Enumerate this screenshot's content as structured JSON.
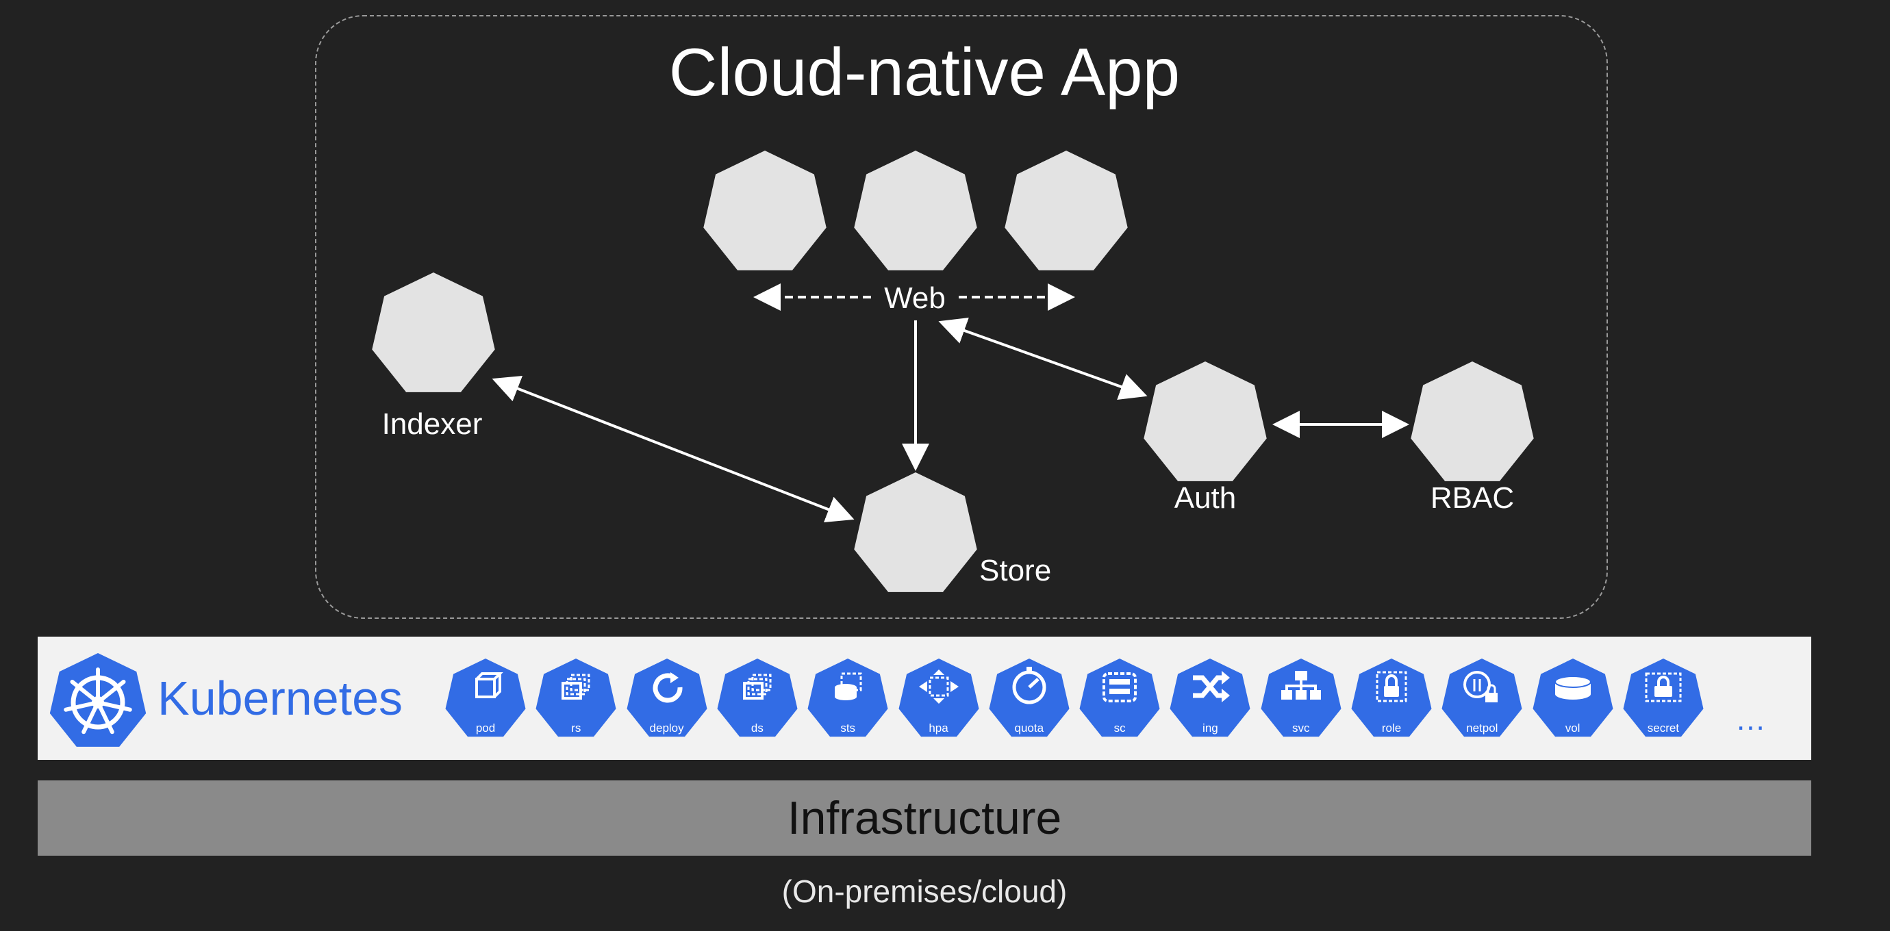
{
  "app": {
    "title": "Cloud-native App",
    "nodes": {
      "web": "Web",
      "indexer": "Indexer",
      "store": "Store",
      "auth": "Auth",
      "rbac": "RBAC"
    }
  },
  "kubernetes": {
    "title": "Kubernetes",
    "more": "...",
    "resources": [
      {
        "label": "pod",
        "icon": "cube-icon"
      },
      {
        "label": "rs",
        "icon": "stacked-pages-icon"
      },
      {
        "label": "deploy",
        "icon": "refresh-icon"
      },
      {
        "label": "ds",
        "icon": "stacked-pages-icon"
      },
      {
        "label": "sts",
        "icon": "database-pages-icon"
      },
      {
        "label": "hpa",
        "icon": "resize-arrows-icon"
      },
      {
        "label": "quota",
        "icon": "gauge-icon"
      },
      {
        "label": "sc",
        "icon": "storage-class-icon"
      },
      {
        "label": "ing",
        "icon": "shuffle-icon"
      },
      {
        "label": "svc",
        "icon": "network-tree-icon"
      },
      {
        "label": "role",
        "icon": "padlock-icon"
      },
      {
        "label": "netpol",
        "icon": "padlock-arrows-icon"
      },
      {
        "label": "vol",
        "icon": "disk-icon"
      },
      {
        "label": "secret",
        "icon": "padlock-secret-icon"
      }
    ]
  },
  "infrastructure": {
    "title": "Infrastructure",
    "subtitle": "(On-premises/cloud)"
  },
  "colors": {
    "background": "#222222",
    "node": "#e3e3e3",
    "kubernetes_blue": "#326ce5",
    "kubernetes_bar": "#f2f2f2",
    "infrastructure_bar": "#8a8a8a"
  }
}
